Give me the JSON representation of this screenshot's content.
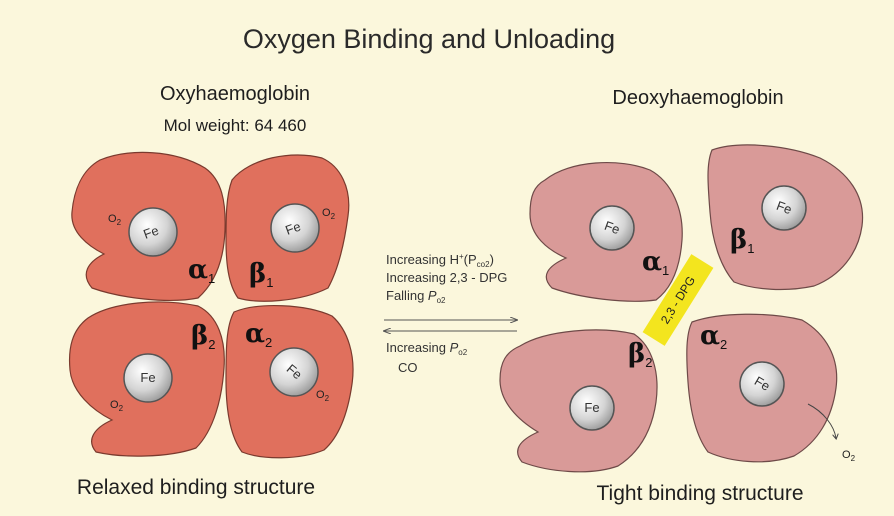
{
  "title": "Oxygen Binding and Unloading",
  "left": {
    "name": "Oxyhaemoglobin",
    "mol_weight": "Mol weight: 64 460",
    "structure": "Relaxed binding structure",
    "color": "#e0705d"
  },
  "right": {
    "name": "Deoxyhaemoglobin",
    "structure": "Tight binding structure",
    "color": "#d99a98"
  },
  "arrows": {
    "forward_1_prefix": "Increasing H",
    "forward_1_sup": "+",
    "forward_1_open": "(P",
    "forward_1_sub": "co2",
    "forward_1_close": ")",
    "forward_2": "Increasing 2,3 - DPG",
    "forward_3_prefix": "Falling ",
    "forward_3_p": "P",
    "forward_3_sub": "o2",
    "reverse_1_prefix": "Increasing ",
    "reverse_1_p": "P",
    "reverse_1_sub": "o2",
    "reverse_2": "CO"
  },
  "labels": {
    "fe": "Fe",
    "o2": "O",
    "o2_sub": "2",
    "alpha": "α",
    "beta": "β",
    "sub1": "1",
    "sub2": "2",
    "dpg": "2,3 - DPG"
  },
  "bridge_color": "#f3e51e"
}
